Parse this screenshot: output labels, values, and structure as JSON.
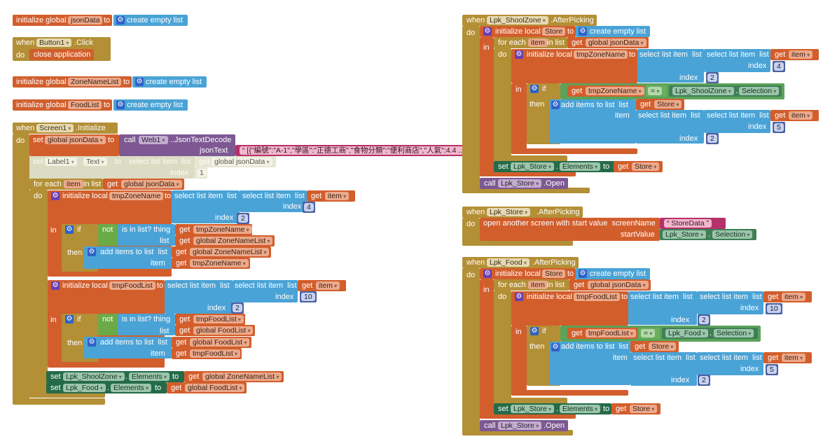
{
  "kw": {
    "init_global": "initialize global",
    "init_local": "initialize local",
    "to": "to",
    "create_empty_list": "create empty list",
    "when": "when",
    "do": "do",
    "close_application": "close application",
    "set": "set",
    "call": "call",
    "for_each": "for each",
    "in_list": "in list",
    "get": "get",
    "select_list_item": "select list item  list",
    "index": "index",
    "in": "in",
    "if": "if",
    "not": "not",
    "is_in_list": "is in list? thing",
    "list": "list",
    "then": "then",
    "add_items": "add items to list  list",
    "item": "item",
    "dot": ".",
    "eq": "=",
    "open_another": "open another screen with start value  screenName",
    "start_value": "startValue",
    "json_text": "jsonText"
  },
  "names": {
    "jsonData": "jsonData",
    "global_jsonData": "global jsonData",
    "ZoneNameList": "ZoneNameList",
    "global_ZoneNameList": "global ZoneNameList",
    "FoodList": "FoodList",
    "global_FoodList": "global FoodList",
    "Button1": "Button1",
    "Click": ".Click",
    "Screen1": "Screen1",
    "Initialize": ".Initialize",
    "Web1": "Web1",
    "JsonTextDecode": ".JsonTextDecode",
    "json_literal": "“ [{\"編號\":\"A-1\",\"學區\":\"正德工商\",\"食物分類\":\"便利商店\",\"人氣\":4.4 ... ”",
    "Label1": "Label1",
    "Text": "Text",
    "item": "item",
    "tmpZoneName": "tmpZoneName",
    "tmpFoodList": "tmpFoodList",
    "Lpk_ShoolZone": "Lpk_ShoolZone",
    "Lpk_Food": "Lpk_Food",
    "Lpk_Store": "Lpk_Store",
    "Elements": "Elements",
    "Selection": "Selection",
    "AfterPicking": ".AfterPicking",
    "Store": "Store",
    "Open": ".Open",
    "StoreData": "“ StoreData ”"
  },
  "numbers": {
    "n1": "1",
    "n2": "2",
    "n4": "4",
    "n5": "5",
    "n10": "10"
  },
  "colors": {
    "variables": "#d25e2c",
    "lists": "#4aa3d6",
    "control": "#b38f36",
    "procedures": "#7d5892",
    "text": "#b5316a",
    "components": "#256b4a",
    "logic": "#5ba35a",
    "math": "#4b60a2"
  }
}
